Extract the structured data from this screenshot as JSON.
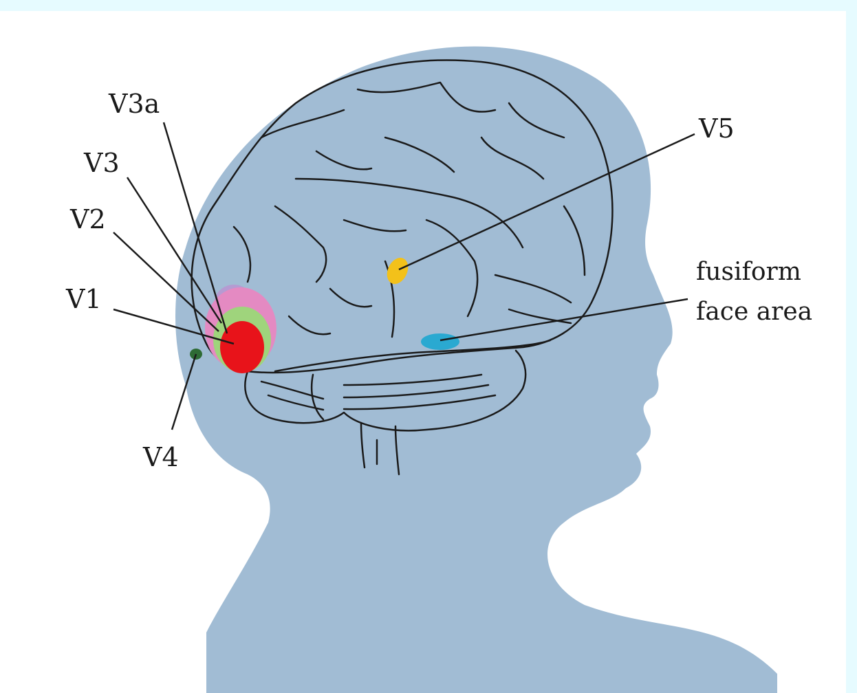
{
  "labels": {
    "v3a": "V3a",
    "v3": "V3",
    "v2": "V2",
    "v1": "V1",
    "v4": "V4",
    "v5": "V5",
    "ffa_line1": "fusiform",
    "ffa_line2": "face area"
  },
  "colors": {
    "head": "#a1bcd4",
    "v1": "#e8131a",
    "v2": "#9fd47c",
    "v3": "#e48ac2",
    "v3a": "#b59bd2",
    "v4": "#2e6b34",
    "v5": "#f3c11a",
    "ffa": "#2aa9d1"
  }
}
